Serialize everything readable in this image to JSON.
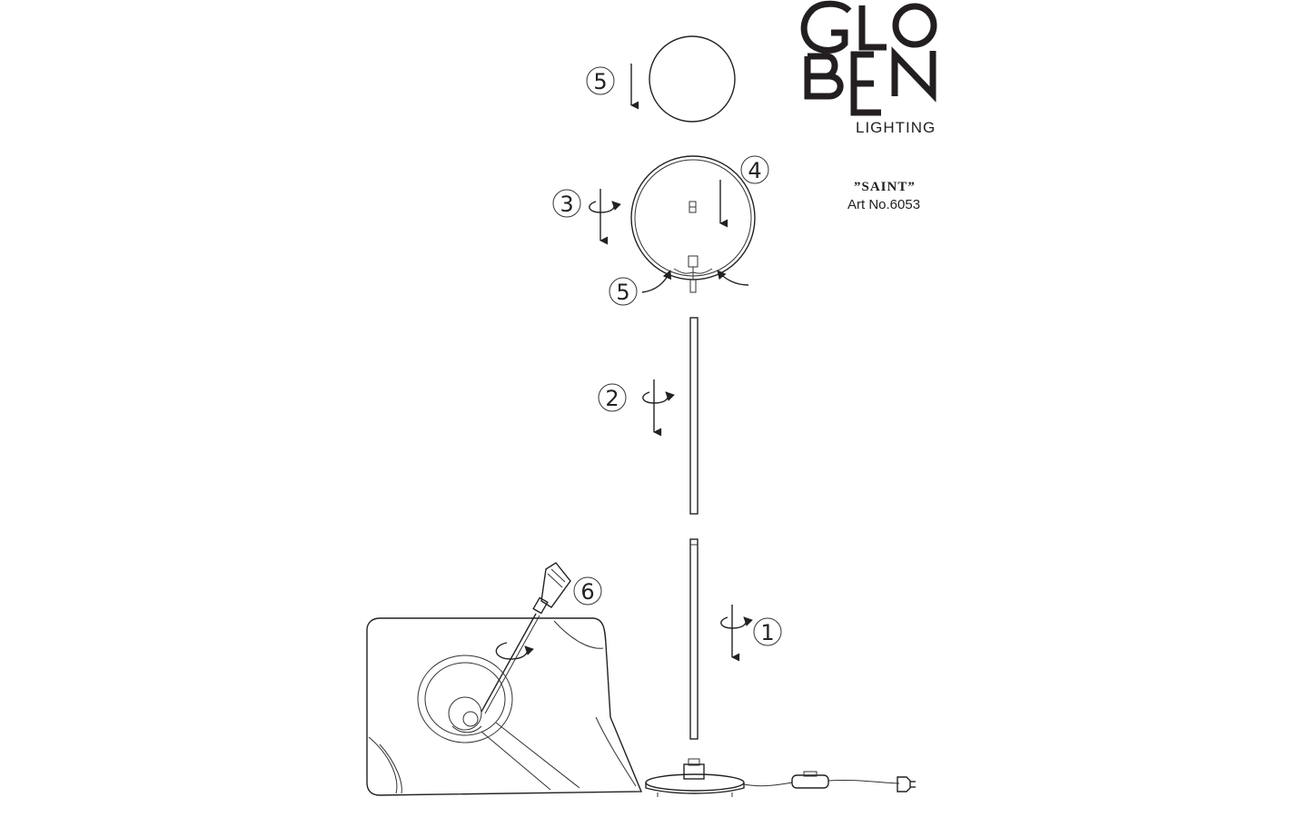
{
  "brand": {
    "logo_letters": [
      "G",
      "L",
      "O",
      "B",
      "E",
      "N"
    ],
    "subtitle": "LIGHTING"
  },
  "product": {
    "name": "”SAINT”",
    "article": "Art No.6053"
  },
  "steps": {
    "globe_shade": "5",
    "ring_fixture": "4",
    "ring_screws": "3",
    "ring_clips": "5",
    "upper_rod": "2",
    "lower_rod": "1",
    "base_screw": "6"
  },
  "icons": [
    "down-arrow-icon",
    "rotate-arrow-icon",
    "curved-arrow-icon",
    "screwdriver-icon",
    "plug-icon",
    "foot-switch-icon"
  ],
  "colors": {
    "line": "#222222",
    "background": "#ffffff",
    "logo": "#231f20"
  }
}
